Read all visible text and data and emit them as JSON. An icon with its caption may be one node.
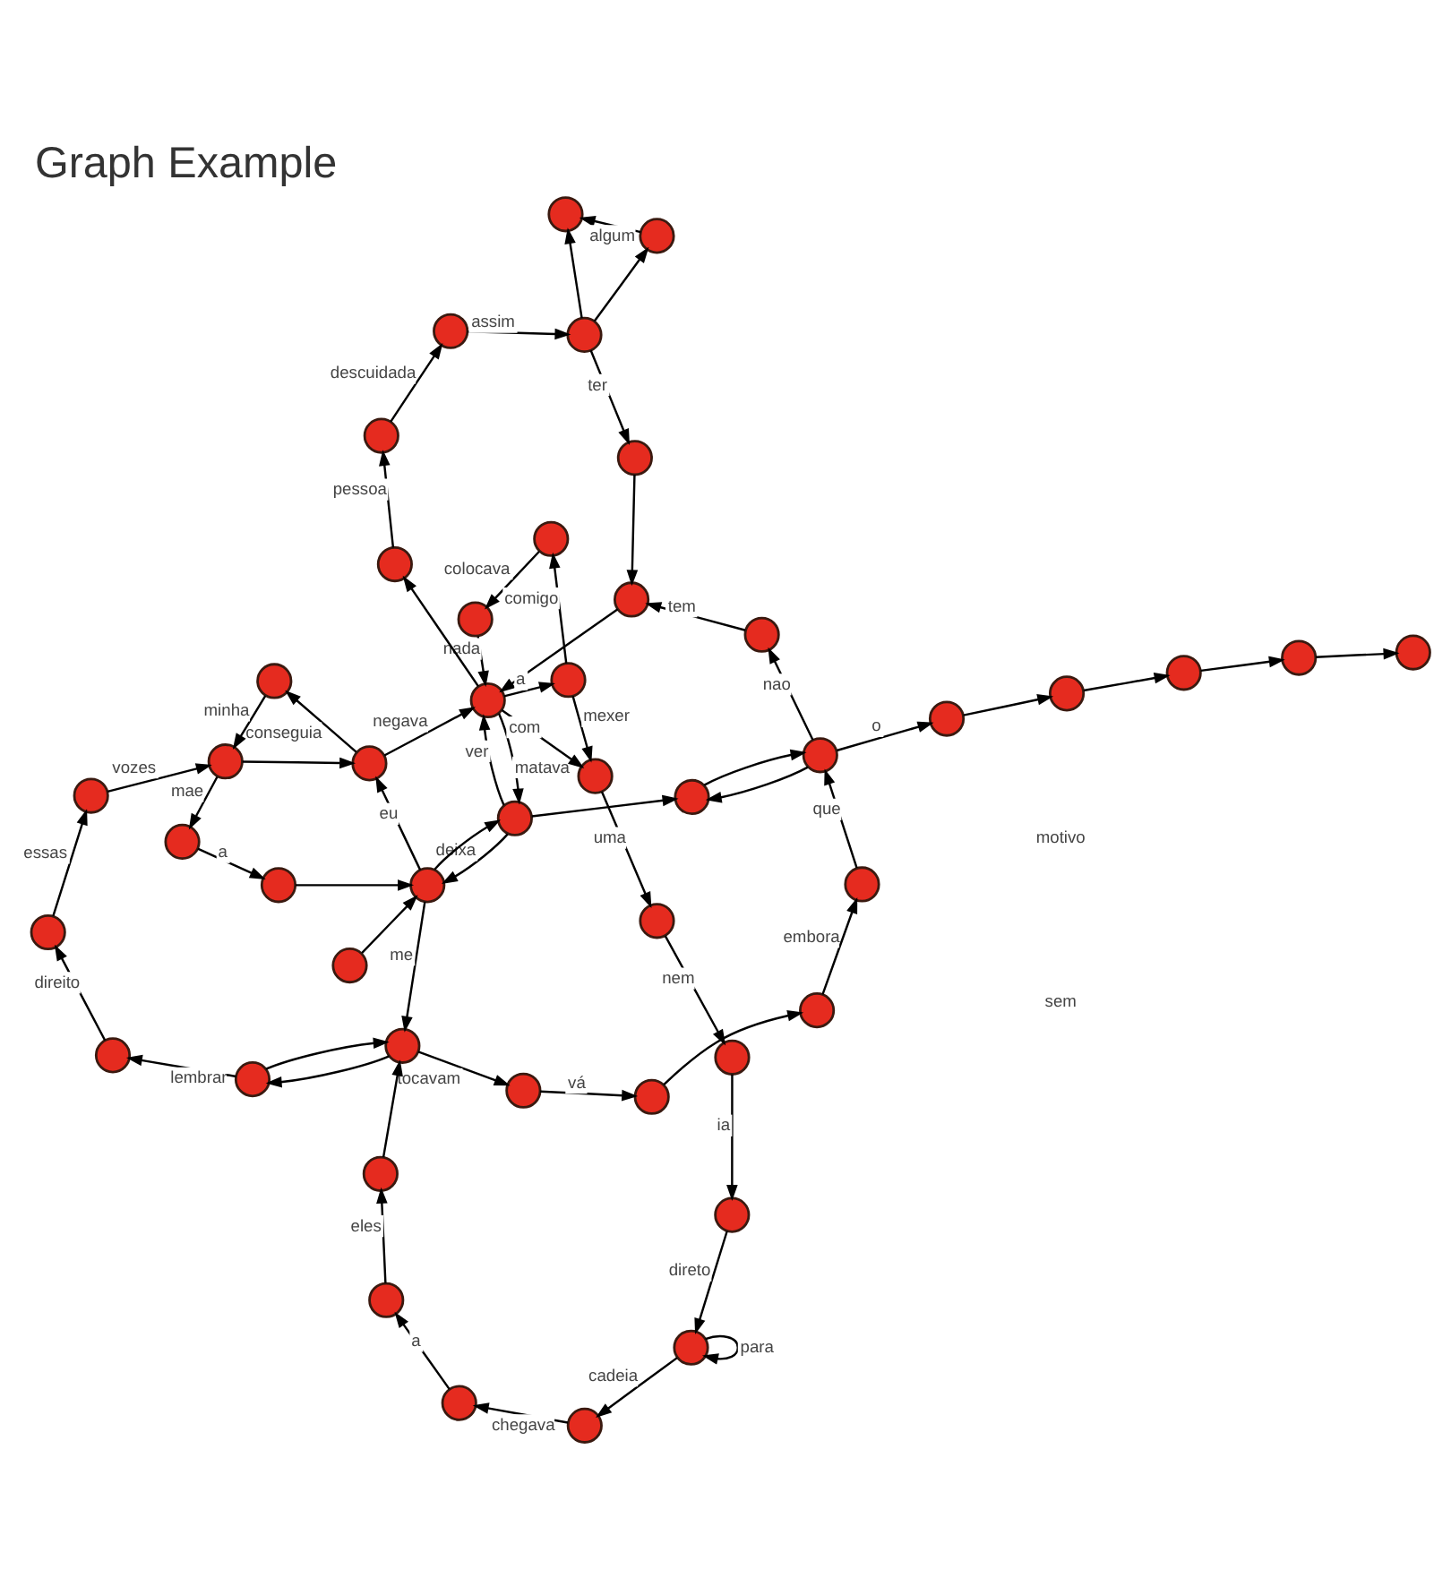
{
  "diagram": {
    "title": "Graph Example",
    "nodes": [
      {
        "text": [],
        "shape": "circle"
      },
      {
        "text": [],
        "shape": "circle"
      },
      {
        "text": [],
        "shape": "circle"
      },
      {
        "text": [],
        "shape": "circle"
      },
      {
        "text": [],
        "shape": "circle"
      },
      {
        "text": [],
        "shape": "circle"
      },
      {
        "text": [],
        "shape": "circle"
      },
      {
        "text": [],
        "shape": "circle"
      },
      {
        "text": [],
        "shape": "circle"
      },
      {
        "text": [],
        "shape": "circle"
      },
      {
        "text": [],
        "shape": "circle"
      },
      {
        "text": [],
        "shape": "circle"
      },
      {
        "text": [],
        "shape": "circle"
      },
      {
        "text": [],
        "shape": "circle"
      },
      {
        "text": [],
        "shape": "circle"
      },
      {
        "text": [],
        "shape": "circle"
      },
      {
        "text": [],
        "shape": "circle"
      },
      {
        "text": [],
        "shape": "circle"
      },
      {
        "text": [],
        "shape": "circle"
      },
      {
        "text": [],
        "shape": "circle"
      },
      {
        "text": [],
        "shape": "circle"
      },
      {
        "text": [],
        "shape": "circle"
      },
      {
        "text": [],
        "shape": "circle"
      },
      {
        "text": [],
        "shape": "circle"
      },
      {
        "text": [],
        "shape": "circle"
      },
      {
        "text": [],
        "shape": "circle"
      },
      {
        "text": [],
        "shape": "circle"
      },
      {
        "text": [],
        "shape": "circle"
      },
      {
        "text": [],
        "shape": "circle"
      },
      {
        "text": [],
        "shape": "circle"
      },
      {
        "text": [],
        "shape": "circle"
      },
      {
        "text": [],
        "shape": "circle"
      },
      {
        "text": [],
        "shape": "circle"
      },
      {
        "text": [],
        "shape": "circle"
      },
      {
        "text": [],
        "shape": "circle"
      },
      {
        "text": [],
        "shape": "circle"
      },
      {
        "text": [],
        "shape": "circle"
      },
      {
        "text": [],
        "shape": "circle"
      },
      {
        "text": [],
        "shape": "circle"
      },
      {
        "text": [],
        "shape": "circle"
      },
      {
        "text": [],
        "shape": "circle"
      },
      {
        "text": [],
        "shape": "circle"
      },
      {
        "text": [],
        "shape": "circle"
      },
      {
        "text": [],
        "shape": "circle"
      },
      {
        "text": [],
        "shape": "circle"
      },
      {
        "text": [],
        "shape": "circle"
      }
    ],
    "edges": [
      {
        "from": 4,
        "to": 3,
        "arrow": "to"
      },
      {
        "from": 3,
        "to": 2,
        "arrow": "to"
      },
      {
        "from": 2,
        "to": 1,
        "arrow": "to"
      },
      {
        "from": 1,
        "to": 0,
        "arrow": "to"
      },
      {
        "from": 8,
        "to": 4,
        "arrow": "to",
        "label": "o"
      },
      {
        "from": 7,
        "to": 5,
        "arrow": "to"
      },
      {
        "from": 5,
        "to": 6,
        "arrow": "to",
        "label": "embora"
      },
      {
        "from": 6,
        "to": 8,
        "arrow": "to",
        "label": "que"
      },
      {
        "from": 10,
        "to": 7,
        "arrow": "to",
        "label": "vá"
      },
      {
        "from": 19,
        "to": 10,
        "arrow": "to",
        "label": "tocavam"
      },
      {
        "from": 8,
        "to": 11,
        "arrow": "to"
      },
      {
        "from": 11,
        "to": 8,
        "arrow": "to"
      },
      {
        "from": 8,
        "to": 9,
        "arrow": "to",
        "label": "nao"
      },
      {
        "from": 9,
        "to": 15,
        "arrow": "to",
        "label": "tem"
      },
      {
        "from": 13,
        "to": 11,
        "arrow": "to"
      },
      {
        "from": 13,
        "to": 14,
        "arrow": "to",
        "label": "deixa"
      },
      {
        "from": 14,
        "to": 13,
        "arrow": "to"
      },
      {
        "from": 12,
        "to": 14,
        "arrow": "to"
      },
      {
        "from": 20,
        "to": 14,
        "arrow": "to"
      },
      {
        "from": 14,
        "to": 19,
        "arrow": "to",
        "label": "me"
      },
      {
        "from": 14,
        "to": 28,
        "arrow": "to",
        "label": "eu"
      },
      {
        "from": 13,
        "to": 18,
        "arrow": "to",
        "label": "ver"
      },
      {
        "from": 18,
        "to": 13,
        "arrow": "to",
        "label": "matava"
      },
      {
        "from": 15,
        "to": 18,
        "arrow": "to"
      },
      {
        "from": 16,
        "to": 18,
        "arrow": "to",
        "label": "nada"
      },
      {
        "from": 17,
        "to": 16,
        "arrow": "to",
        "label": "colocava"
      },
      {
        "from": 25,
        "to": 17,
        "arrow": "to",
        "label": "comigo"
      },
      {
        "from": 18,
        "to": 25,
        "arrow": "to",
        "label": "a"
      },
      {
        "from": 18,
        "to": 33,
        "arrow": "to"
      },
      {
        "from": 18,
        "to": 34,
        "arrow": "to",
        "label": "com"
      },
      {
        "from": 21,
        "to": 15,
        "arrow": "to"
      },
      {
        "from": 24,
        "to": 21,
        "arrow": "to",
        "label": "ter"
      },
      {
        "from": 24,
        "to": 22,
        "arrow": "to"
      },
      {
        "from": 24,
        "to": 23,
        "arrow": "to"
      },
      {
        "from": 23,
        "to": 22,
        "arrow": "to",
        "label": "algum"
      },
      {
        "from": 33,
        "to": 31,
        "arrow": "to",
        "label": "pessoa"
      },
      {
        "from": 31,
        "to": 30,
        "arrow": "to",
        "label": "descuidada"
      },
      {
        "from": 30,
        "to": 24,
        "arrow": "to",
        "label": "assim"
      },
      {
        "from": 25,
        "to": 34,
        "arrow": "to",
        "label": "mexer"
      },
      {
        "from": 34,
        "to": 40,
        "arrow": "to",
        "label": "uma"
      },
      {
        "from": 28,
        "to": 18,
        "arrow": "to",
        "label": "negava"
      },
      {
        "from": 28,
        "to": 32,
        "arrow": "to",
        "label": "conseguia"
      },
      {
        "from": 32,
        "to": 35,
        "arrow": "to",
        "label": "minha"
      },
      {
        "from": 35,
        "to": 28,
        "arrow": "to"
      },
      {
        "from": 35,
        "to": 29,
        "arrow": "to",
        "label": "mae"
      },
      {
        "from": 29,
        "to": 20,
        "arrow": "to",
        "label": "a"
      },
      {
        "from": 37,
        "to": 35,
        "arrow": "to",
        "label": "vozes"
      },
      {
        "from": 39,
        "to": 37,
        "arrow": "to",
        "label": "essas"
      },
      {
        "from": 36,
        "to": 39,
        "arrow": "to",
        "label": "direito"
      },
      {
        "from": 26,
        "to": 36,
        "arrow": "to",
        "label": "lembrar"
      },
      {
        "from": 19,
        "to": 26,
        "arrow": "to"
      },
      {
        "from": 26,
        "to": 19,
        "arrow": "to"
      },
      {
        "from": 27,
        "to": 19,
        "arrow": "to"
      },
      {
        "from": 38,
        "to": 27,
        "arrow": "to",
        "label": "eles"
      },
      {
        "from": 41,
        "to": 38,
        "arrow": "to",
        "label": "a"
      },
      {
        "from": 43,
        "to": 41,
        "arrow": "to",
        "label": "chegava"
      },
      {
        "from": 45,
        "to": 43,
        "arrow": "to",
        "label": "cadeia"
      },
      {
        "from": 45,
        "to": 45,
        "arrow": "to",
        "label": "para"
      },
      {
        "from": 44,
        "to": 45,
        "arrow": "to",
        "label": "direto"
      },
      {
        "from": 42,
        "to": 44,
        "arrow": "to",
        "label": "ia"
      },
      {
        "from": 40,
        "to": 42,
        "arrow": "to",
        "label": "nem"
      }
    ],
    "labels": [
      "sem",
      "motivo"
    ]
  }
}
